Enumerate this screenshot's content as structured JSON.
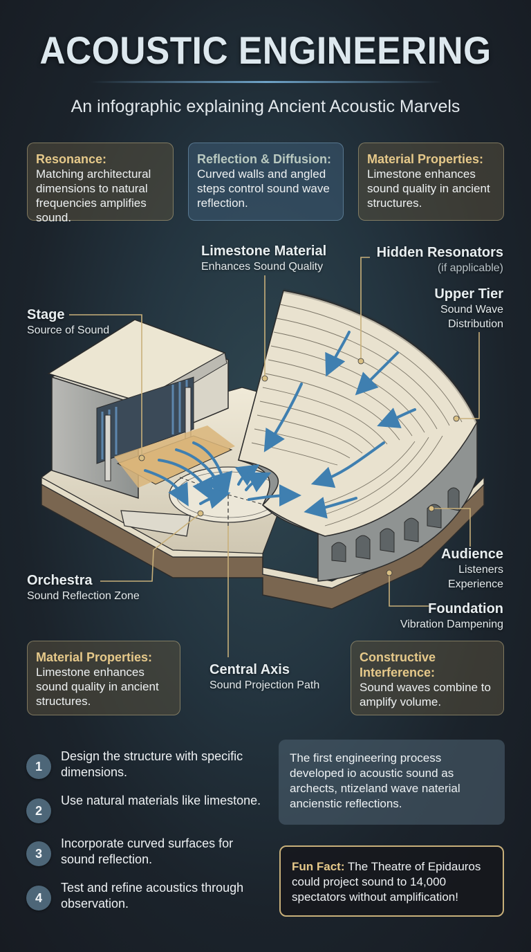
{
  "header": {
    "title": "ACOUSTIC ENGINEERING",
    "subtitle": "An infographic explaining Ancient Acoustic Marvels"
  },
  "top_cards": [
    {
      "heading": "Resonance:",
      "body": "Matching architectural dimensions to natural frequencies amplifies sound.",
      "style": "gold"
    },
    {
      "heading": "Reflection & Diffusion:",
      "body": "Curved walls and angled steps control sound wave reflection.",
      "style": "blue"
    },
    {
      "heading": "Material Properties:",
      "body": "Limestone enhances sound quality in ancient structures.",
      "style": "gold"
    }
  ],
  "diagram_labels": {
    "limestone": {
      "title": "Limestone Material",
      "sub": "Enhances Sound Quality"
    },
    "resonators": {
      "title": "Hidden Resonators",
      "sub": "(if applicable)"
    },
    "upper_tier": {
      "title": "Upper Tier",
      "sub1": "Sound Wave",
      "sub2": "Distribution"
    },
    "stage": {
      "title": "Stage",
      "sub": "Source of Sound"
    },
    "orchestra": {
      "title": "Orchestra",
      "sub": "Sound Reflection Zone"
    },
    "audience": {
      "title": "Audience",
      "sub1": "Listeners",
      "sub2": "Experience"
    },
    "foundation": {
      "title": "Foundation",
      "sub": "Vibration Dampening"
    },
    "central_axis": {
      "title": "Central Axis",
      "sub": "Sound Projection Path"
    }
  },
  "bottom_cards": [
    {
      "heading": "Material Properties:",
      "body": "Limestone enhances sound quality in ancient structures."
    },
    {
      "heading": "Constructive Interference:",
      "body": "Sound waves combine to amplify volume."
    }
  ],
  "steps": [
    {
      "num": "1",
      "text": "Design the structure with specific dimensions."
    },
    {
      "num": "2",
      "text": "Use natural materials like limestone."
    },
    {
      "num": "3",
      "text": "Incorporate curved surfaces for sound reflection."
    },
    {
      "num": "4",
      "text": "Test and refine acoustics through observation."
    }
  ],
  "note": {
    "text": "The first engineering process developed io acoustic sound as archects, ntizeland wave naterial ancienstic reflections."
  },
  "fun_fact": {
    "label": "Fun Fact:",
    "text": " The Theatre of Epidauros could project sound to 14,000 spectators without amplification!"
  },
  "colors": {
    "background": "#1b232b",
    "accent_gold": "#e6c98a",
    "leader_line": "#c8b07a",
    "wave_blue": "#3f7fb0",
    "stone": "#e9e2cf",
    "stage_floor": "#d9b57a"
  }
}
